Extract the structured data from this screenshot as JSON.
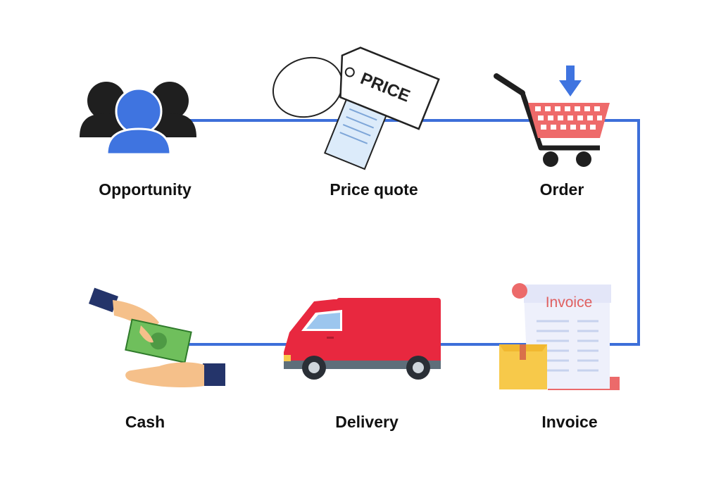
{
  "colors": {
    "connector": "#3d6fd9",
    "person_back": "#1f1f1f",
    "person_front": "#3f74e0",
    "cart_basket": "#ee6a6a",
    "van_body": "#e8283f",
    "cash_green": "#6fbf5c",
    "invoice_text": "#e06060"
  },
  "steps": [
    {
      "label": "Opportunity",
      "icon": "people-icon"
    },
    {
      "label": "Price quote",
      "icon": "price-tag-icon"
    },
    {
      "label": "Order",
      "icon": "shopping-cart-icon"
    },
    {
      "label": "Invoice",
      "icon": "invoice-icon"
    },
    {
      "label": "Delivery",
      "icon": "delivery-van-icon"
    },
    {
      "label": "Cash",
      "icon": "cash-hand-icon"
    }
  ],
  "tag_text": "PRICE",
  "invoice_doc_title": "Invoice"
}
